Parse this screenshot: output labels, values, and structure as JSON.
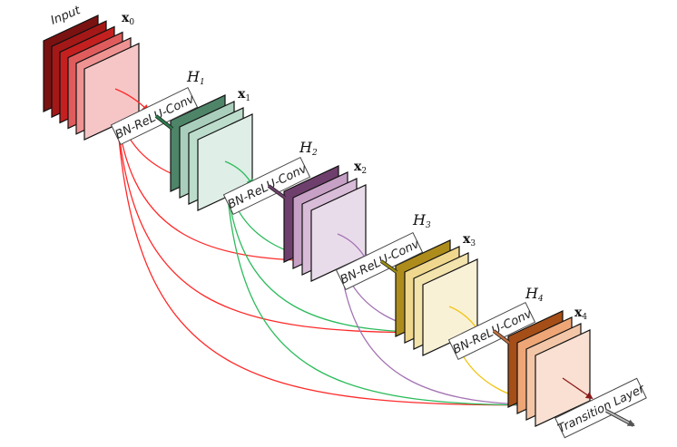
{
  "input_label": "Input",
  "blocks": [
    {
      "h": "H",
      "h_sub": "1",
      "x": "x",
      "x_sub": "1",
      "op": "BN-ReLU-Conv"
    },
    {
      "h": "H",
      "h_sub": "2",
      "x": "x",
      "x_sub": "2",
      "op": "BN-ReLU-Conv"
    },
    {
      "h": "H",
      "h_sub": "3",
      "x": "x",
      "x_sub": "3",
      "op": "BN-ReLU-Conv"
    },
    {
      "h": "H",
      "h_sub": "4",
      "x": "x",
      "x_sub": "4",
      "op": "BN-ReLU-Conv"
    }
  ],
  "x0": {
    "x": "x",
    "x_sub": "0"
  },
  "transition_label": "Transition Layer",
  "colors": {
    "input": [
      "#7a1212",
      "#a51818",
      "#c42020",
      "#e05c5c",
      "#ef9292",
      "#f6c6c6"
    ],
    "h1": [
      "#4e8468",
      "#a9cfbc",
      "#bcdccc",
      "#dfeee6"
    ],
    "h2": [
      "#6e3f6c",
      "#c7a0c6",
      "#d8bcd8",
      "#e9dcea"
    ],
    "h3": [
      "#ad8c1c",
      "#efd78e",
      "#f3e3ac",
      "#f9f1d6"
    ],
    "h4": [
      "#a54e18",
      "#eea676",
      "#f4c6a8",
      "#f9e0d2"
    ],
    "red": "#ff2a2a",
    "green": "#2cbb5c",
    "purple": "#a474b4",
    "yellow": "#f2c414",
    "dark": "#8b1a1a"
  }
}
